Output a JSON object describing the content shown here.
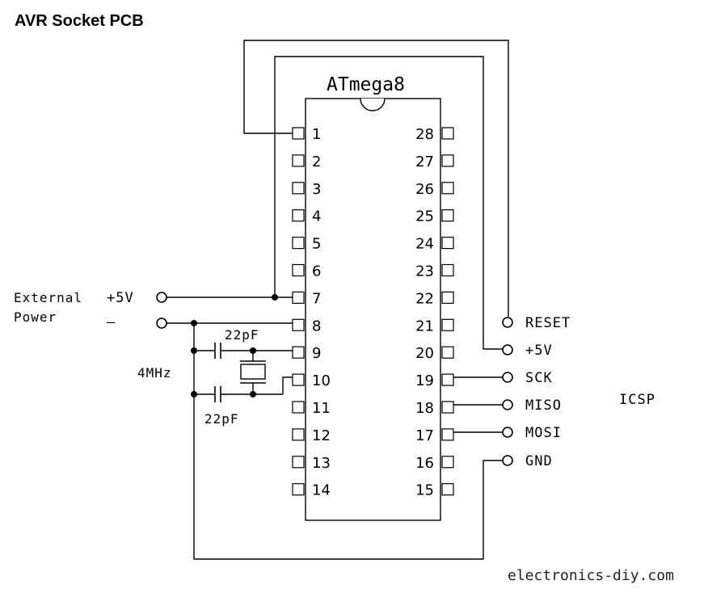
{
  "title": "AVR Socket PCB",
  "chip": {
    "name": "ATmega8",
    "left_pins": [
      "1",
      "2",
      "3",
      "4",
      "5",
      "6",
      "7",
      "8",
      "9",
      "10",
      "11",
      "12",
      "13",
      "14"
    ],
    "right_pins": [
      "28",
      "27",
      "26",
      "25",
      "24",
      "23",
      "22",
      "21",
      "20",
      "19",
      "18",
      "17",
      "16",
      "15"
    ]
  },
  "external_power": {
    "label_line1": "External",
    "label_line2": "Power",
    "plus": "+5V",
    "minus": "–"
  },
  "crystal": {
    "freq": "4MHz",
    "cap_top": "22pF",
    "cap_bottom": "22pF"
  },
  "icsp": {
    "label": "ICSP",
    "signals": [
      "RESET",
      "+5V",
      "SCK",
      "MISO",
      "MOSI",
      "GND"
    ]
  },
  "watermark": "electronics-diy.com"
}
